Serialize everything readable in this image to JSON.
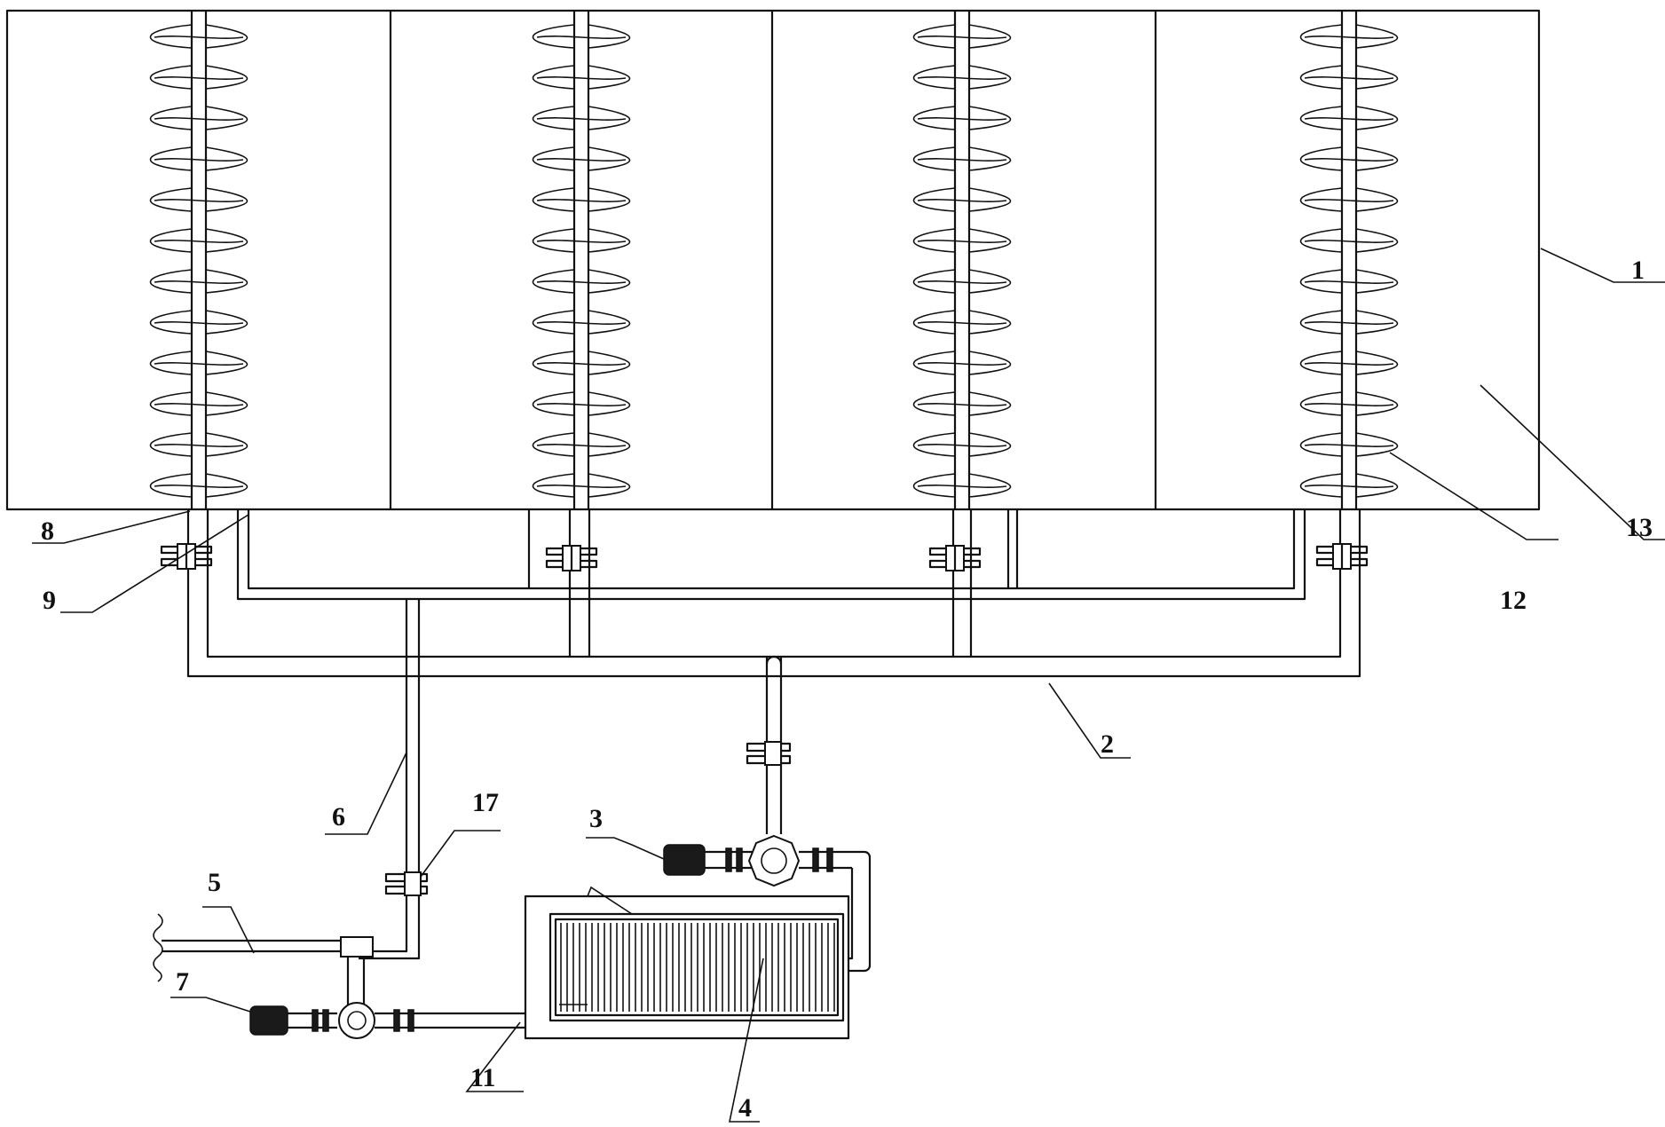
{
  "callouts": [
    {
      "id": "c1",
      "text": "1"
    },
    {
      "id": "c2",
      "text": "2"
    },
    {
      "id": "c3",
      "text": "3"
    },
    {
      "id": "c4",
      "text": "4"
    },
    {
      "id": "c5",
      "text": "5"
    },
    {
      "id": "c6",
      "text": "6"
    },
    {
      "id": "c7",
      "text": "7"
    },
    {
      "id": "c8",
      "text": "8"
    },
    {
      "id": "c9",
      "text": "9"
    },
    {
      "id": "c11",
      "text": "11"
    },
    {
      "id": "c12",
      "text": "12"
    },
    {
      "id": "c13",
      "text": "13"
    },
    {
      "id": "c17",
      "text": "17"
    }
  ],
  "colors": {
    "line": "#111111",
    "background": "#ffffff"
  }
}
